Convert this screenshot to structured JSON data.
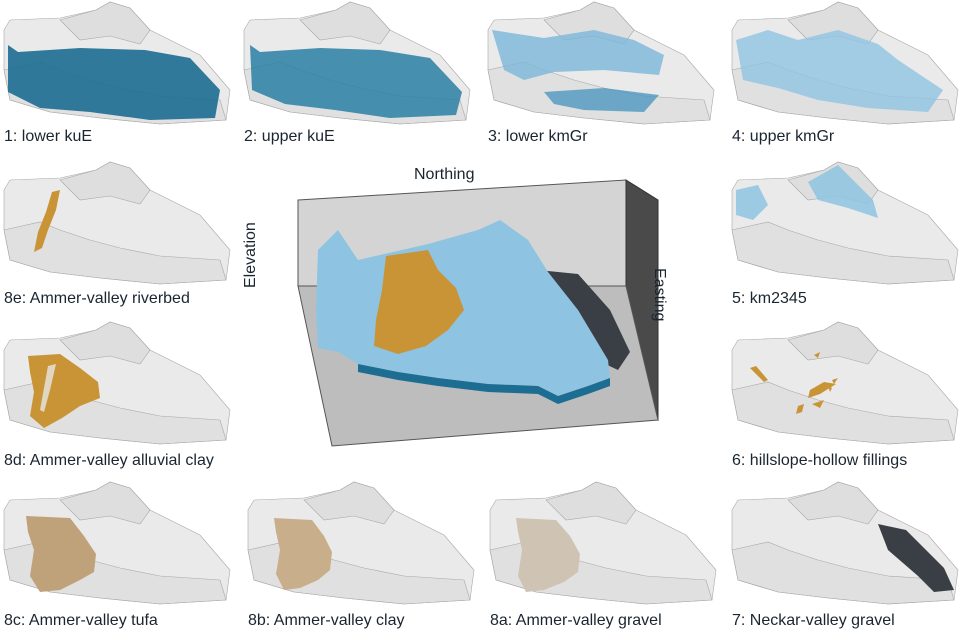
{
  "figure": {
    "center": {
      "axis_labels": {
        "northing": "Northing",
        "easting": "Easting",
        "elevation": "Elevation"
      }
    },
    "panels": [
      {
        "id": "p1",
        "caption": "1: lower kuE",
        "layer": "lower-kue"
      },
      {
        "id": "p2",
        "caption": "2: upper kuE",
        "layer": "upper-kue"
      },
      {
        "id": "p3",
        "caption": "3: lower kmGr",
        "layer": "lower-kmgr"
      },
      {
        "id": "p4",
        "caption": "4: upper kmGr",
        "layer": "upper-kmgr"
      },
      {
        "id": "p8e",
        "caption": "8e: Ammer-valley riverbed",
        "layer": "riverbed"
      },
      {
        "id": "p5",
        "caption": "5: km2345",
        "layer": "km2345"
      },
      {
        "id": "p8d",
        "caption": "8d: Ammer-valley alluvial clay",
        "layer": "alluvial-clay"
      },
      {
        "id": "p6",
        "caption": "6: hillslope-hollow fillings",
        "layer": "hillslope-hollow"
      },
      {
        "id": "p8c",
        "caption": "8c: Ammer-valley tufa",
        "layer": "tufa"
      },
      {
        "id": "p8b",
        "caption": "8b: Ammer-valley clay",
        "layer": "valley-clay"
      },
      {
        "id": "p8a",
        "caption": "8a: Ammer-valley gravel",
        "layer": "valley-gravel"
      },
      {
        "id": "p7",
        "caption": "7: Neckar-valley gravel",
        "layer": "neckar-gravel"
      }
    ]
  },
  "colors": {
    "background": "#ffffff",
    "terrain_gray": "#d9d9d9",
    "terrain_edge": "#a8a8a8",
    "deep_blue": "#1d6d92",
    "light_blue": "#8ec4e2",
    "ochre": "#c99436",
    "tan": "#bfa27a",
    "pale_tan": "#cfc4b3",
    "dark_slate": "#3a3f46",
    "box_wall": "#d4d4d4",
    "box_floor": "#bdbdbd"
  }
}
